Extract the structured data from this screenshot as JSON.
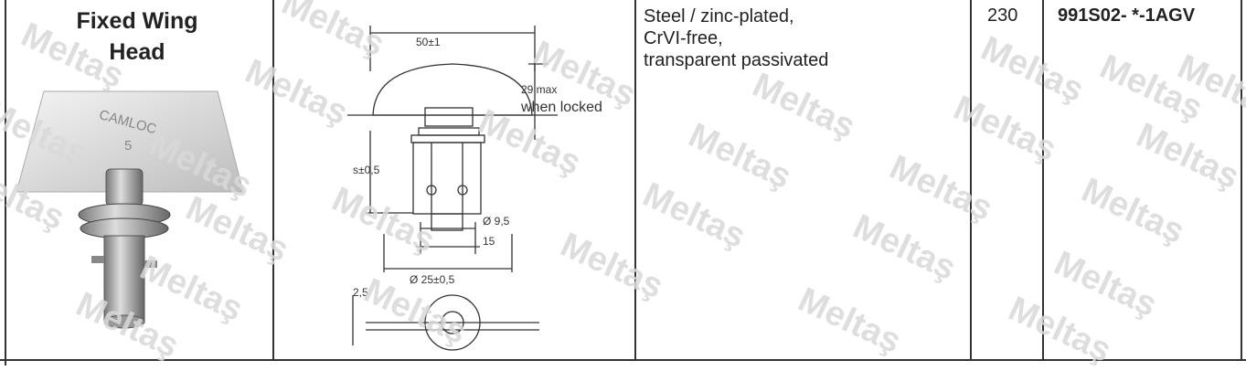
{
  "title": {
    "line1": "Fixed Wing",
    "line2": "Head"
  },
  "photo": {
    "stamp_line1": "CAMLOC",
    "stamp_line2": "5"
  },
  "drawing": {
    "width_label": "50±1",
    "height_label": "29 max",
    "height_note": "when locked",
    "stroke_label": "s±0,5",
    "dia1_label": "Ø 9,5",
    "len_label": "15",
    "dia2_label": "Ø 25±0,5",
    "thick_label": "2,5"
  },
  "material": [
    "Steel / zinc-plated,",
    "CrVI-free,",
    "transparent passivated"
  ],
  "quantity": "230",
  "part_number": "991S02- *-1AGV",
  "watermark": "Meltaş",
  "colors": {
    "grid": "#333333",
    "watermark": "#d9d9d9"
  }
}
